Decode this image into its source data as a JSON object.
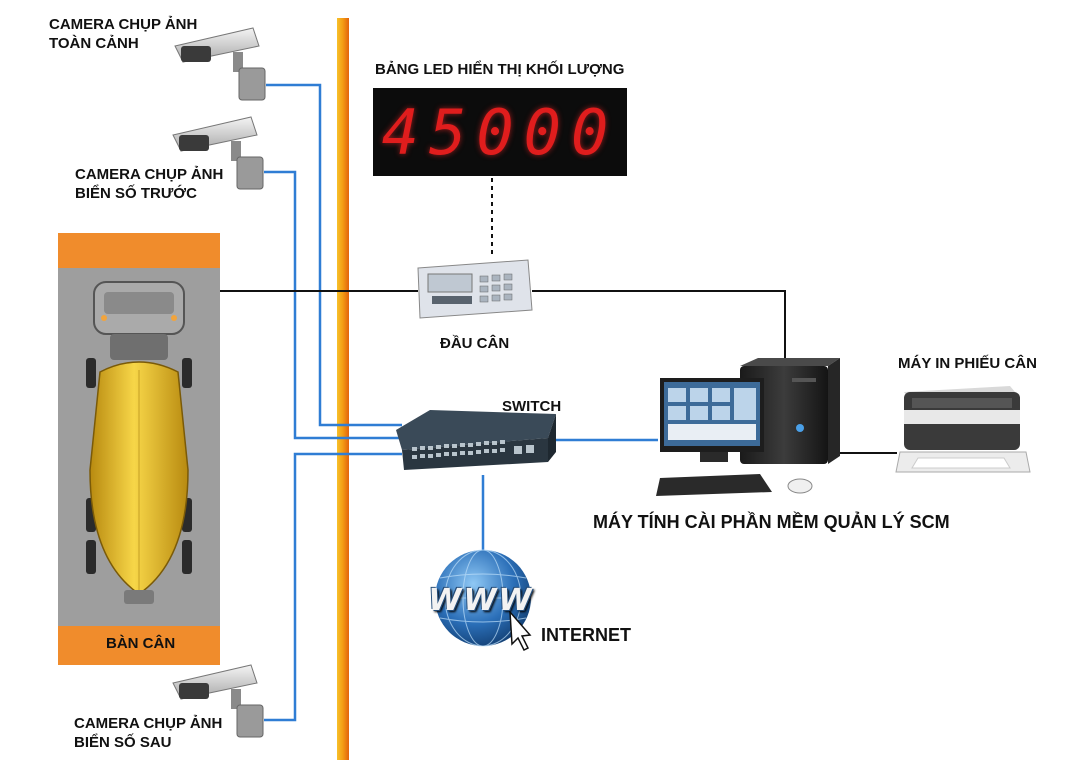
{
  "labels": {
    "cam_overview": [
      "CAMERA CHỤP ẢNH",
      "TOÀN CẢNH"
    ],
    "cam_front": [
      "CAMERA CHỤP ẢNH",
      "BIỂN SỐ TRƯỚC"
    ],
    "cam_rear": [
      "CAMERA CHỤP ẢNH",
      "BIỂN SỐ SAU"
    ],
    "led_board": "BẢNG LED HIỂN THỊ KHỐI LƯỢNG",
    "weighing_indicator": "ĐẦU CÂN",
    "switch": "SWITCH",
    "printer": "MÁY IN PHIẾU CÂN",
    "computer": "MÁY TÍNH CÀI PHẦN MỀM QUẢN LÝ SCM",
    "scale": "BÀN CÂN",
    "internet": "INTERNET"
  },
  "led_value": "45000",
  "www_text": "WWW",
  "colors": {
    "network_cable": "#2f7dd4",
    "signal_cable": "#111111",
    "barrier": "#f5a214",
    "scale_frame": "#f08c2c",
    "led_digit": "#e01d1d"
  }
}
